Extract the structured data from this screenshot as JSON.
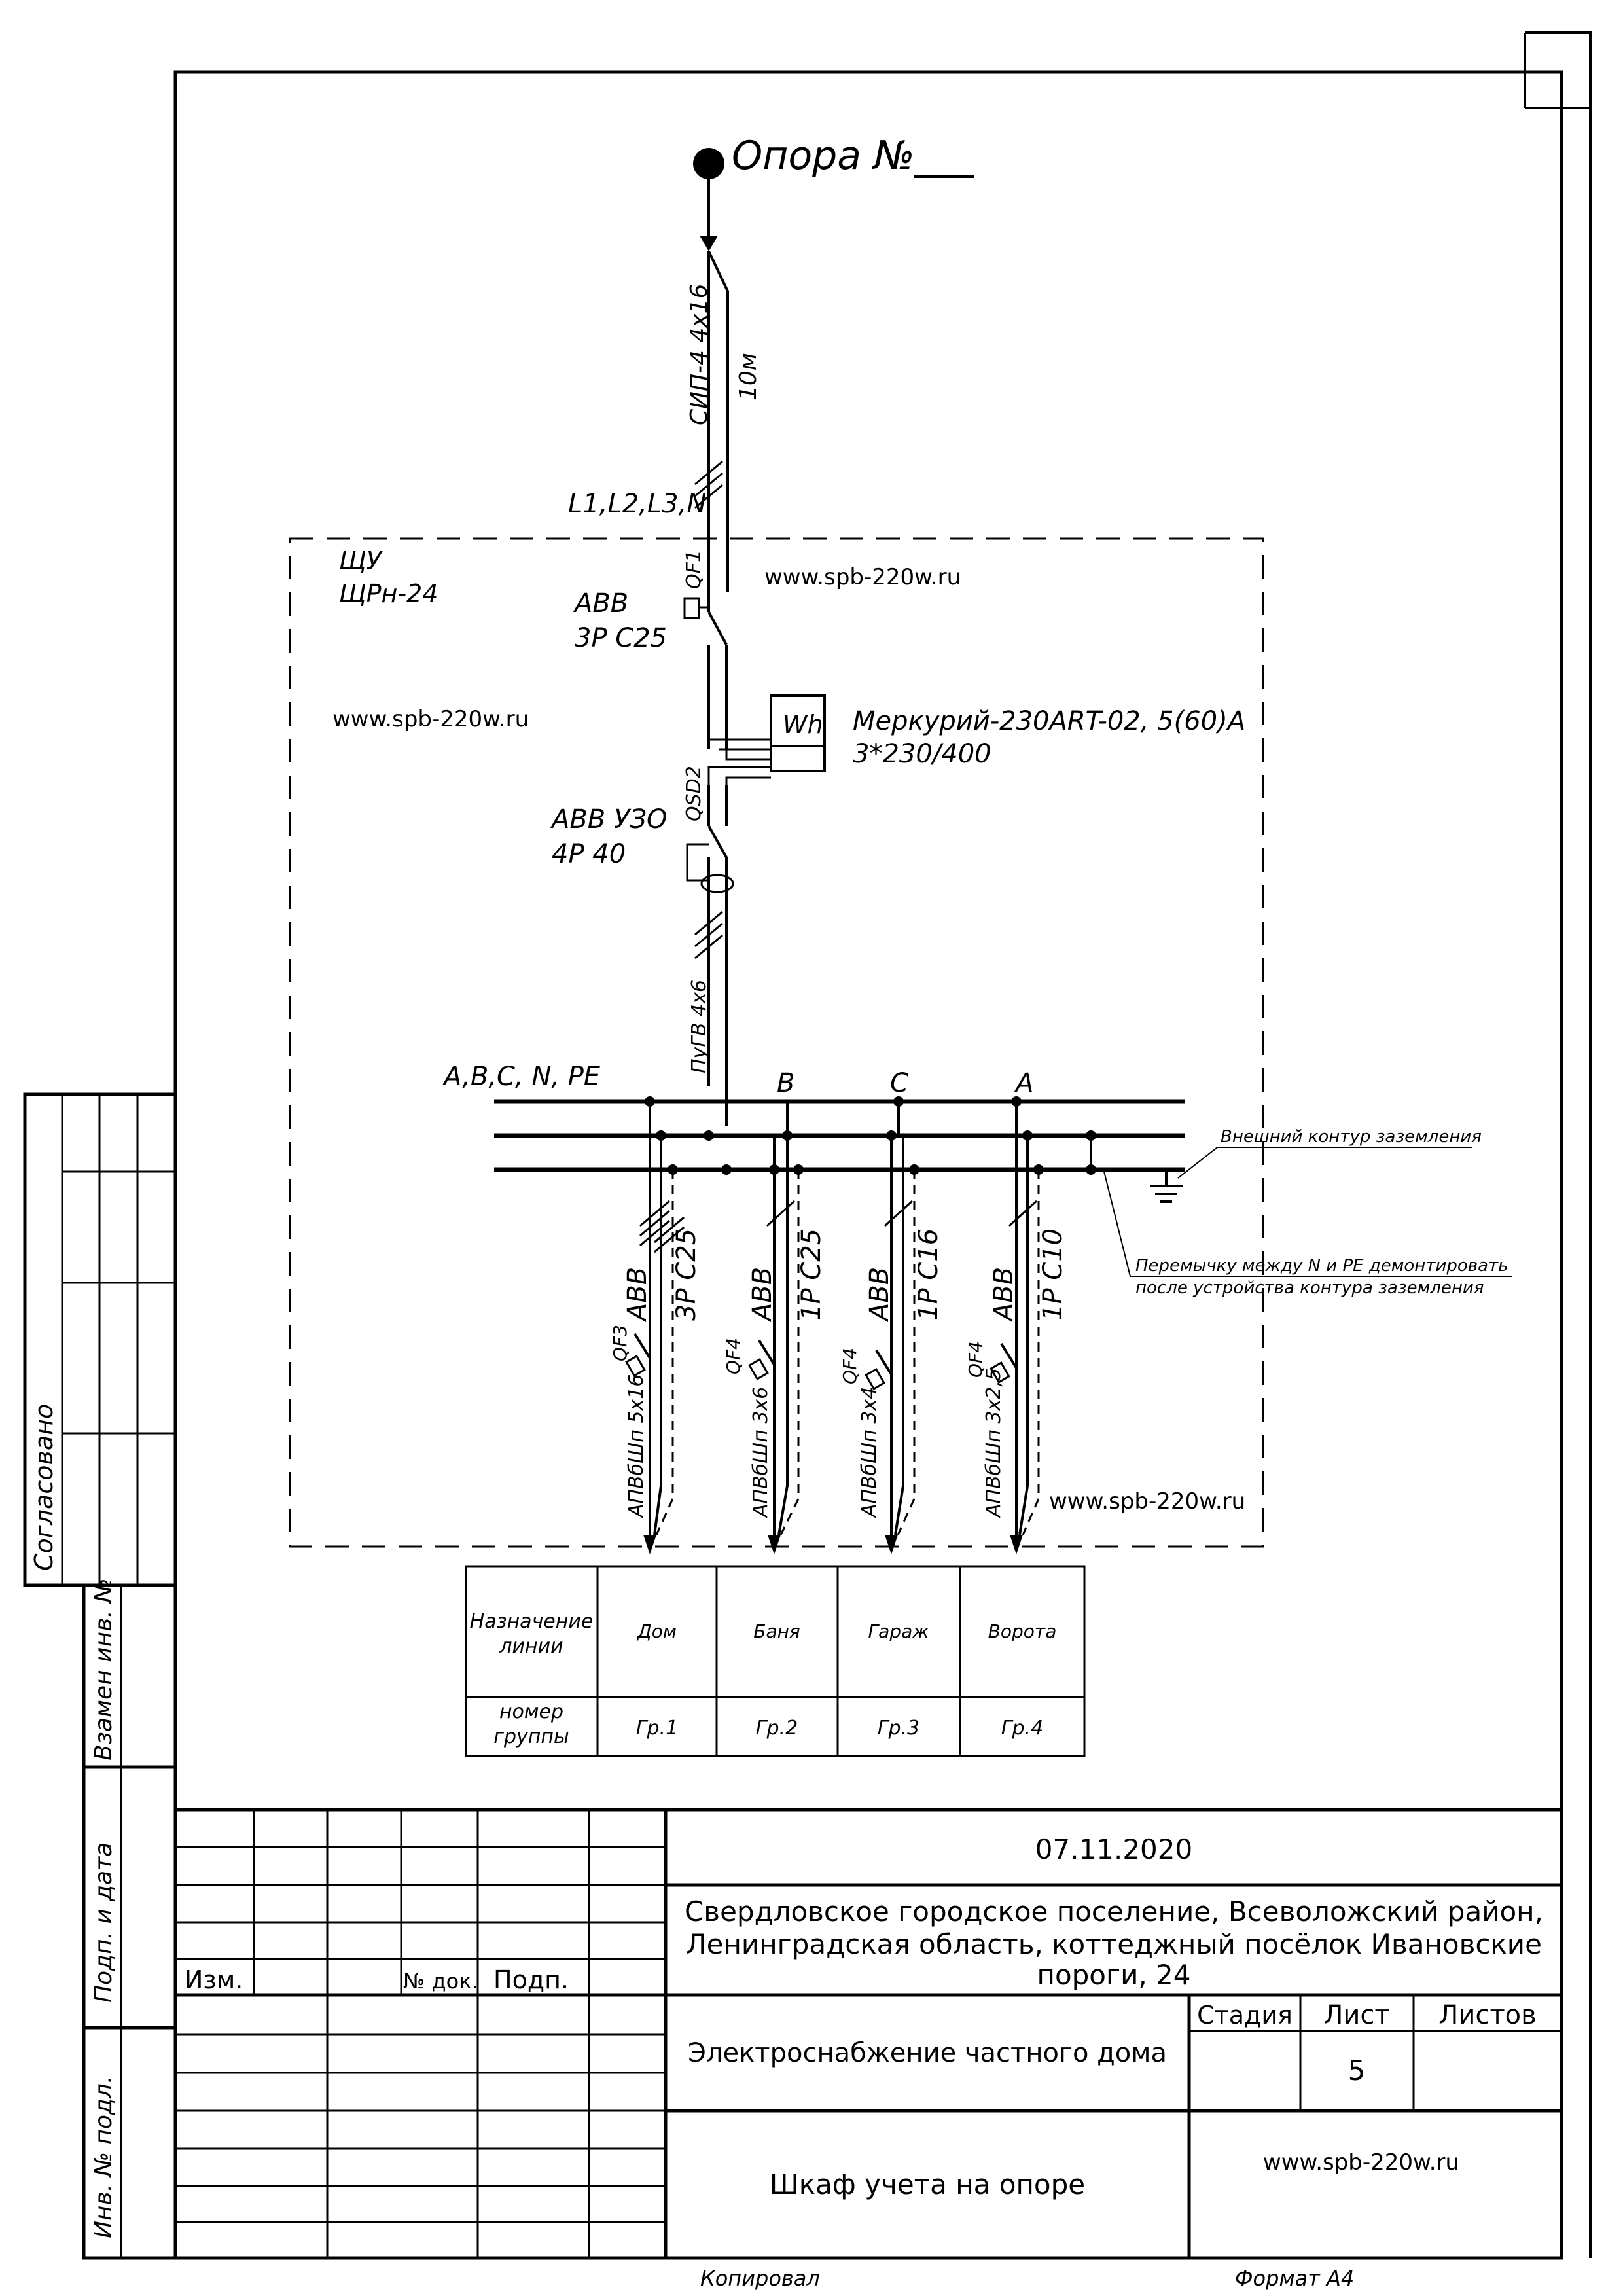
{
  "pole": {
    "label": "Опора №___"
  },
  "input_cable": {
    "type": "СИП-4 4х16",
    "length": "10м",
    "phases": "L1,L2,L3,N"
  },
  "panel": {
    "name": "ЩУ",
    "model": "ЩРн-24"
  },
  "breaker_main": {
    "ref": "QF1",
    "brand": "ABB",
    "spec": "3P C25"
  },
  "meter": {
    "symbol": "Wh",
    "model": "Меркурий-230ART-02, 5(60)А",
    "voltage": "3*230/400"
  },
  "rcd": {
    "ref": "QSD2",
    "brand": "ABB УЗО",
    "spec": "4P 40"
  },
  "feeder_cable": "ПуГВ 4х6",
  "bus": {
    "label": "A,B,C, N, PE",
    "phase_labels": [
      "B",
      "C",
      "A"
    ]
  },
  "earthing": {
    "external_loop": "Внешний контур заземления",
    "jumper_note_1": "Перемычку между N и PE демонтировать",
    "jumper_note_2": "после устройства контура заземления"
  },
  "watermark": "www.spb-220w.ru",
  "groups": [
    {
      "ref": "QF3",
      "brand": "ABB",
      "spec": "3P C25",
      "cable": "АПВбШп 5х16",
      "name": "Дом",
      "number": "Гр.1"
    },
    {
      "ref": "QF4",
      "brand": "ABB",
      "spec": "1P C25",
      "cable": "АПВбШп 3х6",
      "name": "Баня",
      "number": "Гр.2"
    },
    {
      "ref": "QF4",
      "brand": "ABB",
      "spec": "1P C16",
      "cable": "АПВбШп 3х4",
      "name": "Гараж",
      "number": "Гр.3"
    },
    {
      "ref": "QF4",
      "brand": "ABB",
      "spec": "1P C10",
      "cable": "АПВбШп 3х2,5",
      "name": "Ворота",
      "number": "Гр.4"
    }
  ],
  "group_table": {
    "purpose_line1": "Назначение",
    "purpose_line2": "линии",
    "number_line1": "номер",
    "number_line2": "группы"
  },
  "side_stamp": {
    "agreed": "Согласовано",
    "replaced": "Взамен инв. №",
    "sign_date": "Подп. и дата",
    "inv_orig": "Инв. № подл."
  },
  "title_block": {
    "date": "07.11.2020",
    "address_line1": "Свердловское городское поселение, Всеволожский район,",
    "address_line2": "Ленинградская область, коттеджный посёлок Ивановские",
    "address_line3": "пороги, 24",
    "col_izm": "Изм.",
    "col_doc": "№ док.",
    "col_sign": "Подп.",
    "project": "Электроснабжение частного дома",
    "stage_label": "Стадия",
    "sheet_label": "Лист",
    "sheets_label": "Листов",
    "sheet_number": "5",
    "drawing": "Шкаф учета на опоре",
    "site": "www.spb-220w.ru"
  },
  "footer": {
    "copied": "Копировал",
    "format": "Формат А4"
  }
}
